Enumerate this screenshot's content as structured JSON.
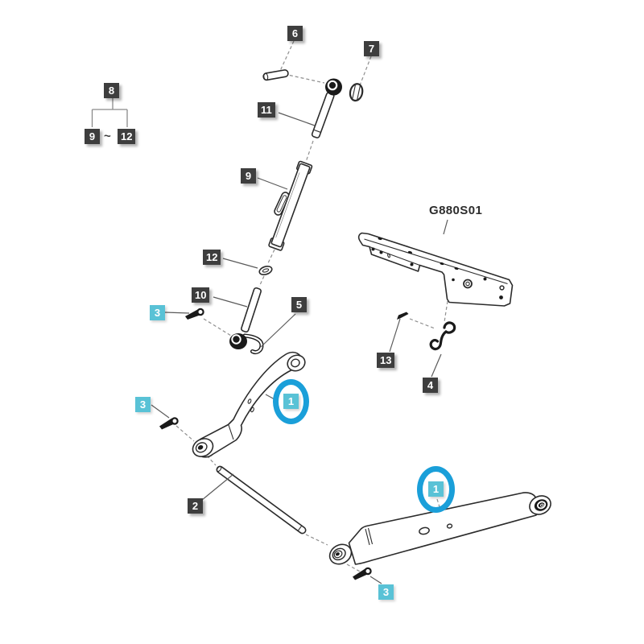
{
  "figure": {
    "assembly_code": "G880S01",
    "range_tilde": "~",
    "callouts": {
      "c6": "6",
      "c7": "7",
      "c8": "8",
      "c9_range": "9",
      "c12_range": "12",
      "c11": "11",
      "c9": "9",
      "c12": "12",
      "c10": "10",
      "c3_top": "3",
      "c5": "5",
      "c13": "13",
      "c4": "4",
      "c3_mid": "3",
      "c1_upper": "1",
      "c2": "2",
      "c1_lower": "1",
      "c3_bottom": "3"
    },
    "colors": {
      "callout_dark": "#3e3e3e",
      "callout_cyan": "#59c2d6",
      "highlight_ring": "#1a9fd9",
      "pointer_line": "#5a5a5a",
      "dashed_line": "#8f8f8f",
      "part_line": "#2b2b2b",
      "background": "#ffffff"
    }
  }
}
